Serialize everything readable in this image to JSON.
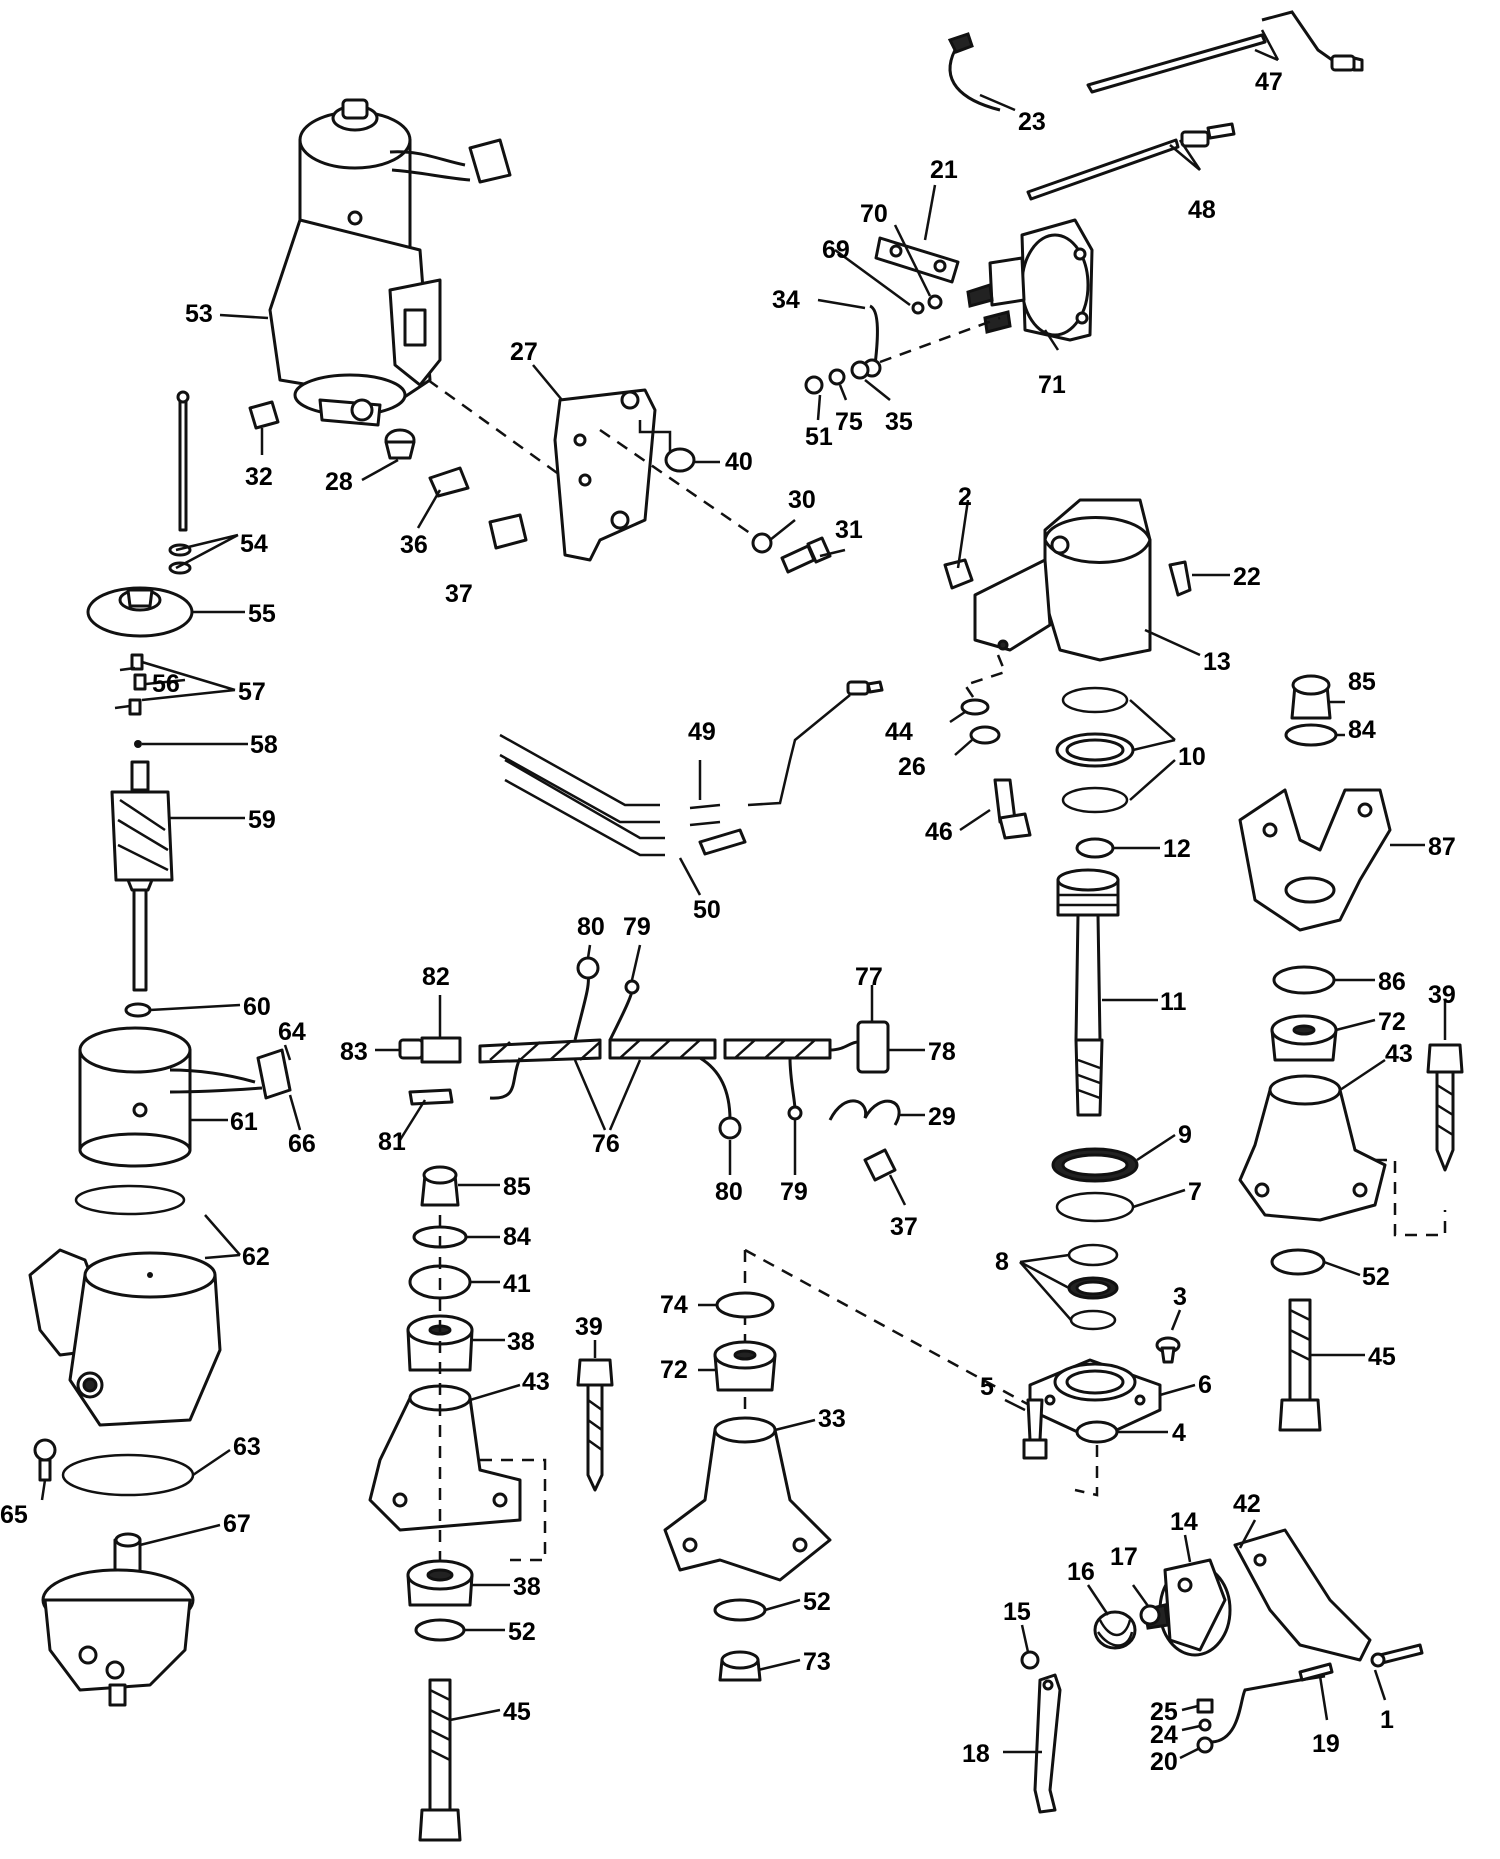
{
  "callouts": [
    {
      "label": "47"
    },
    {
      "label": "23"
    },
    {
      "label": "48"
    },
    {
      "label": "21"
    },
    {
      "label": "70"
    },
    {
      "label": "69"
    },
    {
      "label": "34"
    },
    {
      "label": "71"
    },
    {
      "label": "51"
    },
    {
      "label": "75"
    },
    {
      "label": "35"
    },
    {
      "label": "53"
    },
    {
      "label": "27"
    },
    {
      "label": "40"
    },
    {
      "label": "32"
    },
    {
      "label": "28"
    },
    {
      "label": "30"
    },
    {
      "label": "31"
    },
    {
      "label": "36"
    },
    {
      "label": "37"
    },
    {
      "label": "54"
    },
    {
      "label": "2"
    },
    {
      "label": "22"
    },
    {
      "label": "55"
    },
    {
      "label": "13"
    },
    {
      "label": "56"
    },
    {
      "label": "57"
    },
    {
      "label": "58"
    },
    {
      "label": "49"
    },
    {
      "label": "44"
    },
    {
      "label": "10"
    },
    {
      "label": "26"
    },
    {
      "label": "85"
    },
    {
      "label": "84"
    },
    {
      "label": "59"
    },
    {
      "label": "46"
    },
    {
      "label": "12"
    },
    {
      "label": "87"
    },
    {
      "label": "50"
    },
    {
      "label": "80"
    },
    {
      "label": "79"
    },
    {
      "label": "82"
    },
    {
      "label": "77"
    },
    {
      "label": "11"
    },
    {
      "label": "86"
    },
    {
      "label": "39"
    },
    {
      "label": "72"
    },
    {
      "label": "60"
    },
    {
      "label": "64"
    },
    {
      "label": "43"
    },
    {
      "label": "83"
    },
    {
      "label": "78"
    },
    {
      "label": "29"
    },
    {
      "label": "9"
    },
    {
      "label": "81"
    },
    {
      "label": "76"
    },
    {
      "label": "61"
    },
    {
      "label": "66"
    },
    {
      "label": "80"
    },
    {
      "label": "79"
    },
    {
      "label": "85"
    },
    {
      "label": "7"
    },
    {
      "label": "37"
    },
    {
      "label": "62"
    },
    {
      "label": "84"
    },
    {
      "label": "8"
    },
    {
      "label": "41"
    },
    {
      "label": "52"
    },
    {
      "label": "74"
    },
    {
      "label": "3"
    },
    {
      "label": "39"
    },
    {
      "label": "38"
    },
    {
      "label": "72"
    },
    {
      "label": "45"
    },
    {
      "label": "5"
    },
    {
      "label": "6"
    },
    {
      "label": "43"
    },
    {
      "label": "33"
    },
    {
      "label": "4"
    },
    {
      "label": "65"
    },
    {
      "label": "63"
    },
    {
      "label": "67"
    },
    {
      "label": "42"
    },
    {
      "label": "38"
    },
    {
      "label": "52"
    },
    {
      "label": "14"
    },
    {
      "label": "17"
    },
    {
      "label": "52"
    },
    {
      "label": "16"
    },
    {
      "label": "15"
    },
    {
      "label": "73"
    },
    {
      "label": "45"
    },
    {
      "label": "25"
    },
    {
      "label": "24"
    },
    {
      "label": "1"
    },
    {
      "label": "19"
    },
    {
      "label": "18"
    },
    {
      "label": "20"
    }
  ]
}
